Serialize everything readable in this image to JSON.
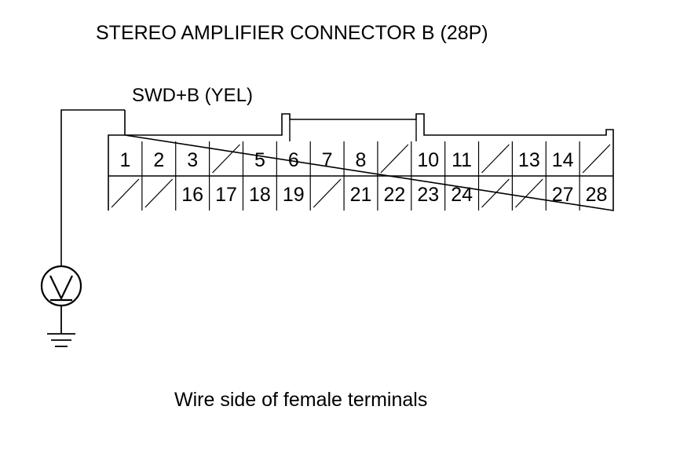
{
  "title": "STEREO AMPLIFIER CONNECTOR B (28P)",
  "wire_label": "SWD+B (YEL)",
  "caption": "Wire side of female terminals",
  "meter": {
    "symbol": "V"
  },
  "connector": {
    "row1": [
      "1",
      "2",
      "3",
      "",
      "5",
      "6",
      "7",
      "8",
      "",
      "10",
      "11",
      "",
      "13",
      "14",
      ""
    ],
    "row2": [
      "",
      "",
      "16",
      "17",
      "18",
      "19",
      "",
      "21",
      "22",
      "23",
      "24",
      "",
      "",
      "27",
      "28"
    ]
  }
}
